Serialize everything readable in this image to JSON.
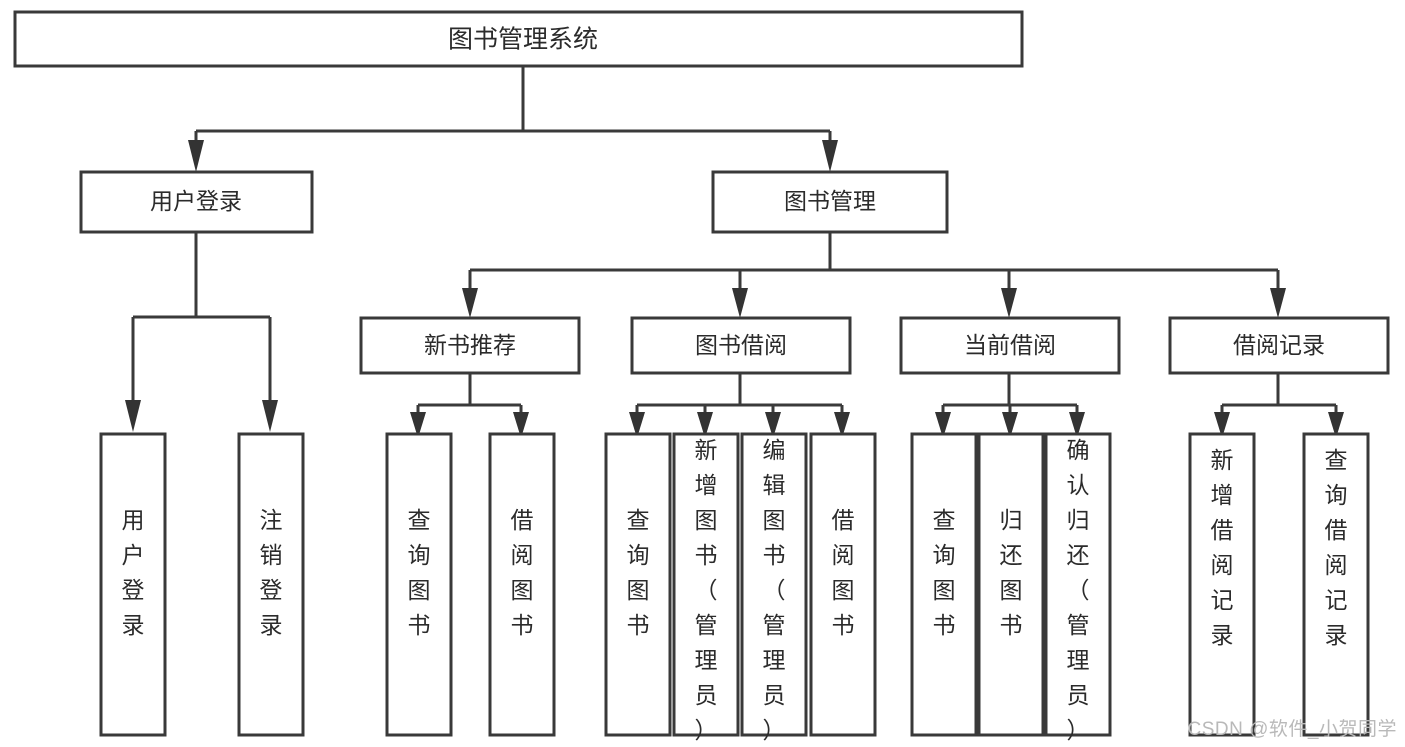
{
  "diagram": {
    "kind": "function-structure-tree",
    "title": "图书管理系统",
    "watermark": "CSDN @软件_小贺同学",
    "colors": {
      "box_stroke": "#393939",
      "box_fill": "#ffffff",
      "connector": "#3a3a3a",
      "text": "#2b2b2b",
      "background": "#ffffff",
      "watermark": "#b9b9b9"
    },
    "root": {
      "id": "root",
      "label": "图书管理系统"
    },
    "level1": [
      {
        "id": "user-login",
        "label": "用户登录"
      },
      {
        "id": "book-management",
        "label": "图书管理"
      }
    ],
    "level2": [
      {
        "id": "new-book-recommend",
        "label": "新书推荐",
        "parent": "book-management"
      },
      {
        "id": "book-borrow",
        "label": "图书借阅",
        "parent": "book-management"
      },
      {
        "id": "current-borrow",
        "label": "当前借阅",
        "parent": "book-management"
      },
      {
        "id": "borrow-record",
        "label": "借阅记录",
        "parent": "book-management"
      }
    ],
    "leaves": {
      "user-login": [
        {
          "id": "leaf-user-login",
          "label": "用户登录"
        },
        {
          "id": "leaf-logout-login",
          "label": "注销登录"
        }
      ],
      "new-book-recommend": [
        {
          "id": "leaf-query-book-1",
          "label": "查询图书"
        },
        {
          "id": "leaf-borrow-book-1",
          "label": "借阅图书"
        }
      ],
      "book-borrow": [
        {
          "id": "leaf-query-book-2",
          "label": "查询图书"
        },
        {
          "id": "leaf-add-book",
          "label": "新增图书（管理员）"
        },
        {
          "id": "leaf-edit-book",
          "label": "编辑图书（管理员）"
        },
        {
          "id": "leaf-borrow-book-2",
          "label": "借阅图书"
        }
      ],
      "current-borrow": [
        {
          "id": "leaf-query-book-3",
          "label": "查询图书"
        },
        {
          "id": "leaf-return-book",
          "label": "归还图书"
        },
        {
          "id": "leaf-confirm-return",
          "label": "确认归还（管理员）"
        }
      ],
      "borrow-record": [
        {
          "id": "leaf-add-record",
          "label": "新增借阅记录"
        },
        {
          "id": "leaf-query-record",
          "label": "查询借阅记录"
        }
      ]
    }
  }
}
